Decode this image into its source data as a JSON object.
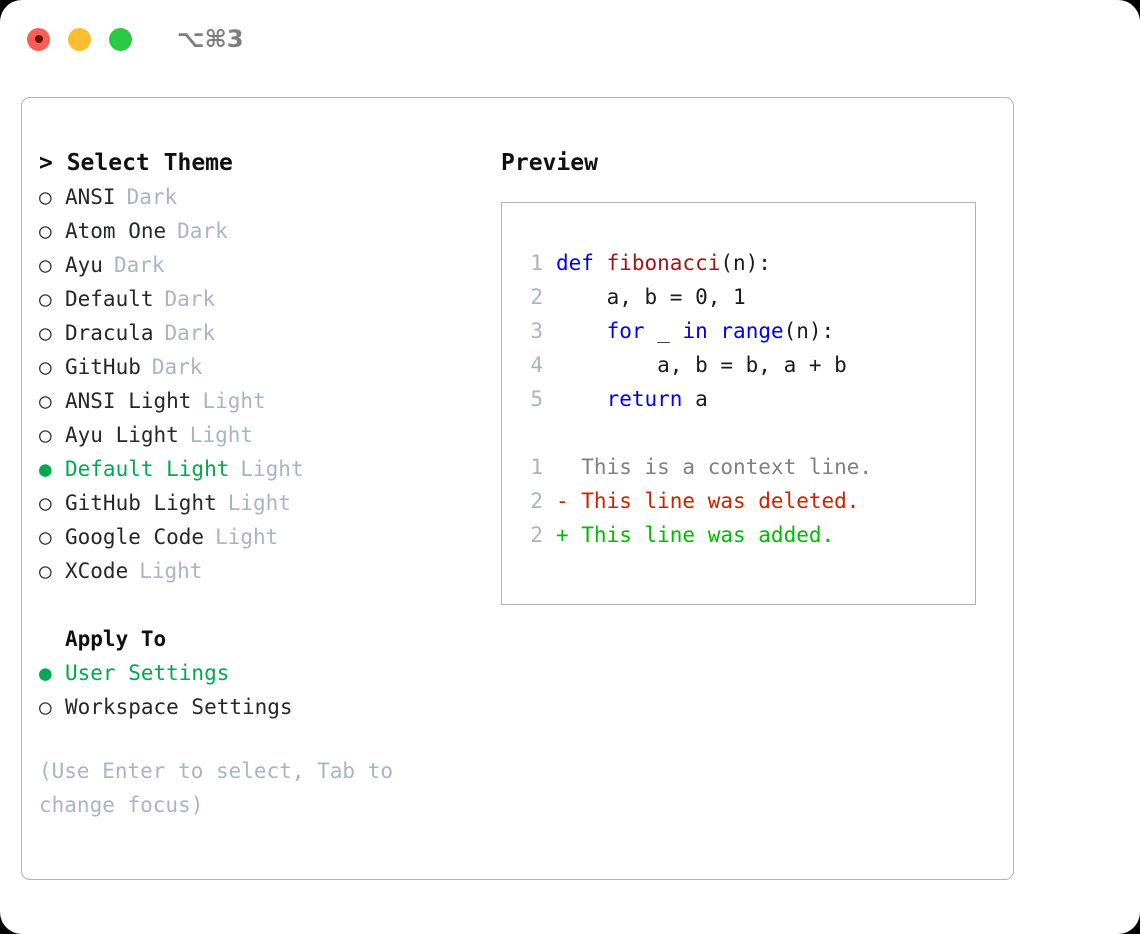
{
  "titlebar": {
    "shortcut": "⌥⌘3",
    "buttons": [
      {
        "name": "close",
        "color": "#fa5f57"
      },
      {
        "name": "minimize",
        "color": "#fdbd2e"
      },
      {
        "name": "zoom",
        "color": "#29ca41"
      }
    ]
  },
  "theme_panel": {
    "heading": "> Select Theme",
    "selected_bullet": "●",
    "unselected_bullet": "○",
    "options": [
      {
        "bullet": "○",
        "name": "ANSI",
        "tag": "Dark",
        "selected": false
      },
      {
        "bullet": "○",
        "name": "Atom One",
        "tag": "Dark",
        "selected": false
      },
      {
        "bullet": "○",
        "name": "Ayu",
        "tag": "Dark",
        "selected": false
      },
      {
        "bullet": "○",
        "name": "Default",
        "tag": "Dark",
        "selected": false
      },
      {
        "bullet": "○",
        "name": "Dracula",
        "tag": "Dark",
        "selected": false
      },
      {
        "bullet": "○",
        "name": "GitHub",
        "tag": "Dark",
        "selected": false
      },
      {
        "bullet": "○",
        "name": "ANSI Light",
        "tag": "Light",
        "selected": false
      },
      {
        "bullet": "○",
        "name": "Ayu Light",
        "tag": "Light",
        "selected": false
      },
      {
        "bullet": "●",
        "name": "Default Light",
        "tag": "Light",
        "selected": true
      },
      {
        "bullet": "○",
        "name": "GitHub Light",
        "tag": "Light",
        "selected": false
      },
      {
        "bullet": "○",
        "name": "Google Code",
        "tag": "Light",
        "selected": false
      },
      {
        "bullet": "○",
        "name": "XCode",
        "tag": "Light",
        "selected": false
      }
    ]
  },
  "apply_to": {
    "heading": "Apply To",
    "options": [
      {
        "bullet": "●",
        "name": "User Settings",
        "selected": true
      },
      {
        "bullet": "○",
        "name": "Workspace Settings",
        "selected": false
      }
    ]
  },
  "hint": "(Use Enter to select, Tab to change focus)",
  "preview": {
    "title": "Preview",
    "code_lines": [
      {
        "no": "1",
        "tokens": [
          {
            "t": "def ",
            "c": "kw"
          },
          {
            "t": "fibonacci",
            "c": "fn"
          },
          {
            "t": "(n):",
            "c": "pl"
          }
        ]
      },
      {
        "no": "2",
        "tokens": [
          {
            "t": "    a, b = 0, 1",
            "c": "pl"
          }
        ]
      },
      {
        "no": "3",
        "tokens": [
          {
            "t": "    ",
            "c": "pl"
          },
          {
            "t": "for",
            "c": "kw"
          },
          {
            "t": " _ ",
            "c": "pl"
          },
          {
            "t": "in",
            "c": "kw"
          },
          {
            "t": " ",
            "c": "pl"
          },
          {
            "t": "range",
            "c": "kw"
          },
          {
            "t": "(n):",
            "c": "pl"
          }
        ]
      },
      {
        "no": "4",
        "tokens": [
          {
            "t": "        a, b = b, a + b",
            "c": "pl"
          }
        ]
      },
      {
        "no": "5",
        "tokens": [
          {
            "t": "    ",
            "c": "pl"
          },
          {
            "t": "return",
            "c": "kw"
          },
          {
            "t": " a",
            "c": "pl"
          }
        ]
      }
    ],
    "diff_lines": [
      {
        "no": "1",
        "marker": " ",
        "text": "  This is a context line.",
        "kind": "ctx"
      },
      {
        "no": "2",
        "marker": "-",
        "text": "- This line was deleted.",
        "kind": "del"
      },
      {
        "no": "2",
        "marker": "+",
        "text": "+ This line was added.",
        "kind": "add"
      }
    ]
  },
  "colors": {
    "accent_green": "#00a94f",
    "diff_add": "#00bb00",
    "diff_del": "#cc2200",
    "keyword_blue": "#0000ee",
    "function_red": "#a31515",
    "muted": "#a9b4c4",
    "border": "#a9b4c4"
  }
}
